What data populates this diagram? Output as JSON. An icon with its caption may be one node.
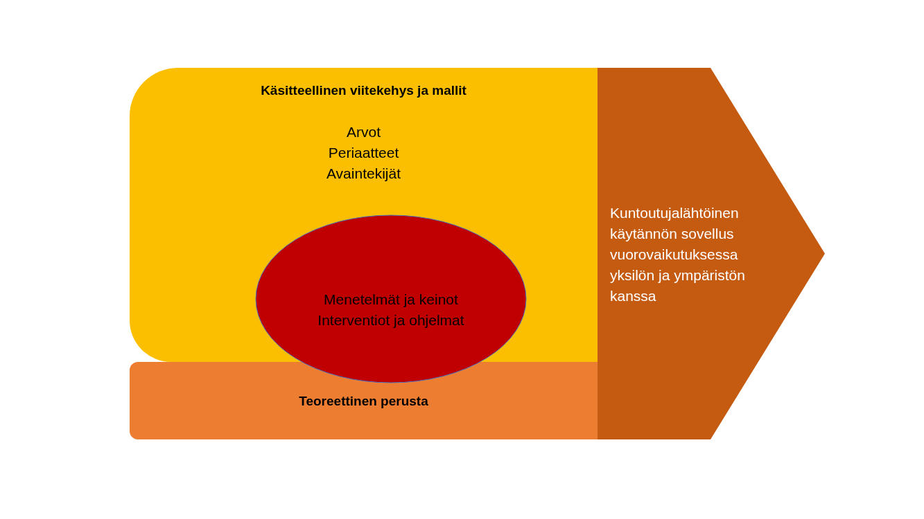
{
  "diagram": {
    "nodes": [
      {
        "text": [
          "Käsitteellinen viitekehys ja mallit",
          "Arvot",
          "Periaatteet",
          "Avaintekijät"
        ]
      },
      {
        "text": [
          "Teoreettinen perusta"
        ]
      },
      {
        "text": [
          "Menetelmät ja keinot",
          "Interventiot ja ohjelmat"
        ]
      },
      {
        "text": [
          "Kuntoutujalähtöinen käytännön sovellus vuorovaikutuksessa yksilön ja ympäristön kanssa"
        ]
      }
    ]
  }
}
